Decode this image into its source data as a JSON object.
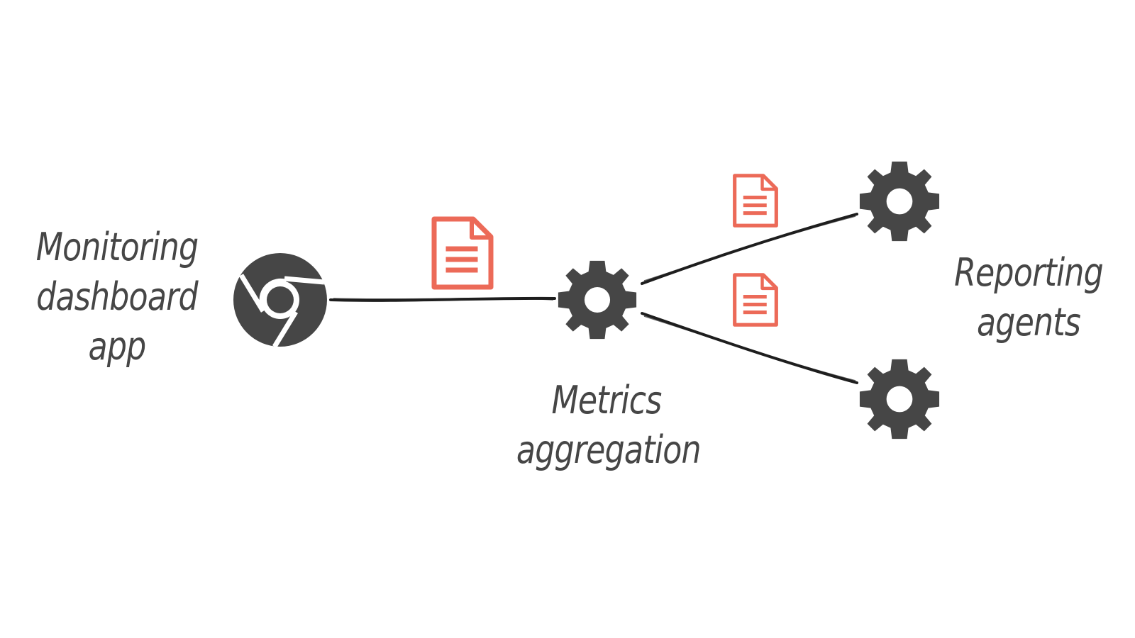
{
  "labels": {
    "dashboard": [
      "Monitoring",
      "dashboard",
      "app"
    ],
    "metrics": [
      "Metrics",
      "aggregation"
    ],
    "agents": [
      "Reporting",
      "agents"
    ]
  },
  "nodes": {
    "browser": {
      "icon": "chrome-browser-icon"
    },
    "aggregator": {
      "icon": "gear-icon"
    },
    "agent_top": {
      "icon": "gear-icon"
    },
    "agent_bottom": {
      "icon": "gear-icon"
    }
  },
  "messages": {
    "icon": "document-icon",
    "count": 3
  },
  "colors": {
    "icon": "#464646",
    "document": "#EC6A58",
    "line": "#1e1e1e",
    "text": "#464646",
    "background": "#ffffff"
  }
}
